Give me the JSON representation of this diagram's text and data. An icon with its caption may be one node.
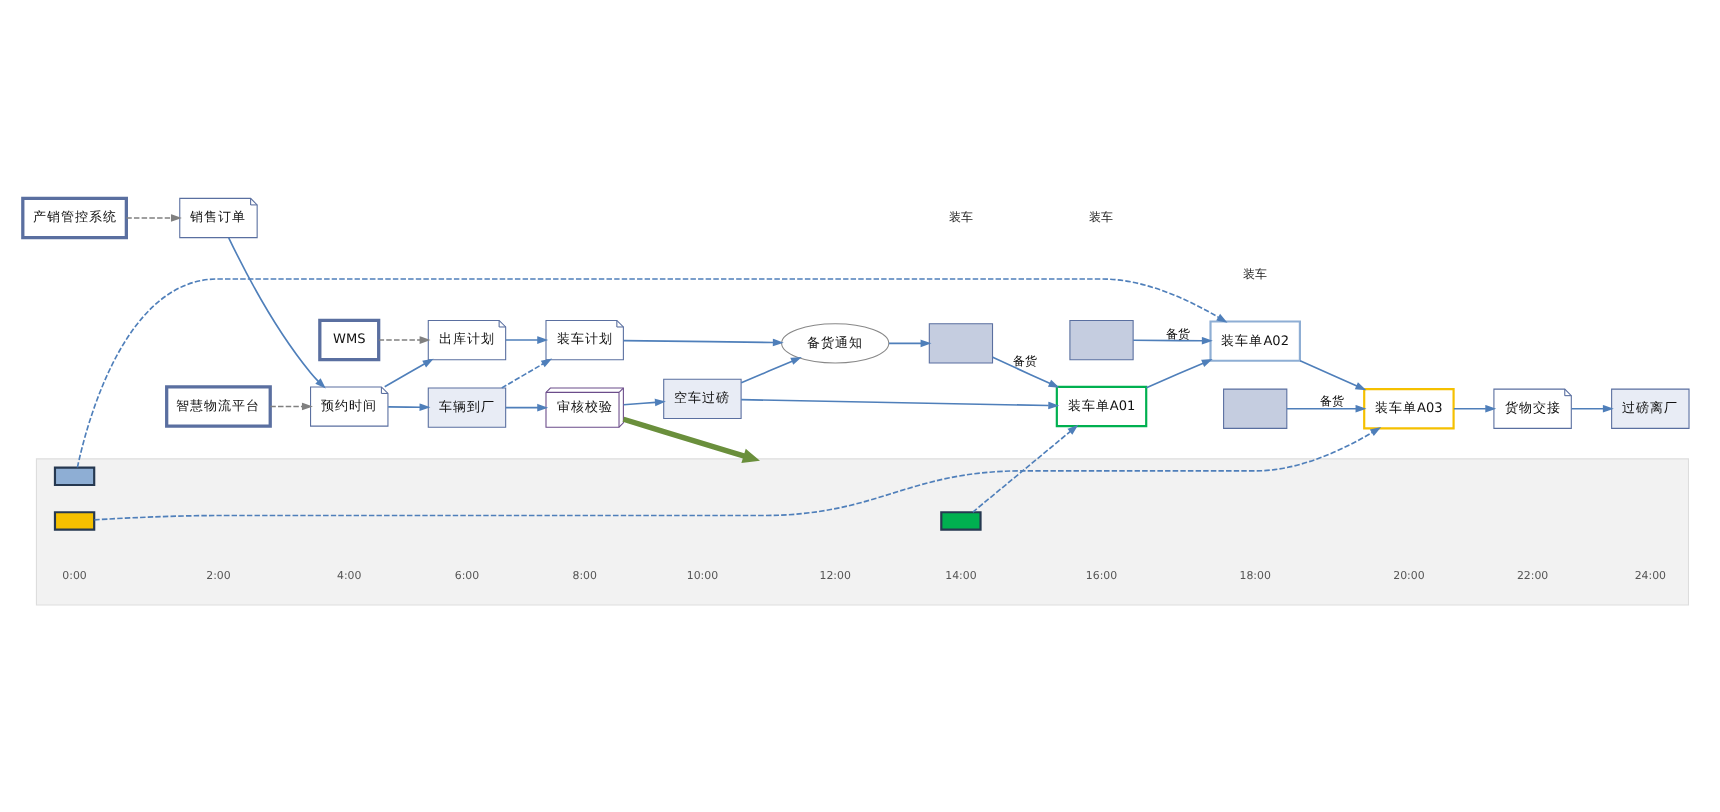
{
  "diagram": {
    "nodes": [
      {
        "text": [
          "产销管控系统"
        ]
      },
      {
        "text": [
          "销售订单"
        ]
      },
      {
        "text": [
          "智慧物流平台"
        ]
      },
      {
        "text": [
          "预约时间"
        ]
      },
      {
        "text": [
          "车辆到厂"
        ]
      },
      {
        "text": [
          "审核校验"
        ]
      },
      {
        "text": [],
        "shape": "picture"
      },
      {
        "text": [],
        "shape": "box",
        "in": 6
      },
      {
        "text": [],
        "shape": "box",
        "in": 6
      },
      {
        "text": [],
        "shape": "box",
        "in": 6
      },
      {
        "text": [
          "空车过磅"
        ]
      },
      {
        "text": [
          "WMS"
        ]
      },
      {
        "text": [
          "出库计划"
        ]
      },
      {
        "text": [
          "装车计划"
        ]
      },
      {
        "text": [
          "备货通知"
        ]
      },
      {
        "text": [],
        "shape": "box"
      },
      {
        "text": [
          "装车单A01"
        ]
      },
      {
        "text": [],
        "shape": "box"
      },
      {
        "text": [
          "装车单A02"
        ]
      },
      {
        "text": [],
        "shape": "box"
      },
      {
        "text": [
          "装车单A03"
        ]
      },
      {
        "text": [
          "货物交接"
        ]
      },
      {
        "text": [
          "过磅离厂"
        ]
      }
    ],
    "edges": [
      {
        "from": 0,
        "to": 1,
        "arrow": "to",
        "style": "dashed",
        "color": "#808080"
      },
      {
        "from": 1,
        "to": 3,
        "arrow": "to"
      },
      {
        "from": 2,
        "to": 3,
        "arrow": "to",
        "style": "dashed",
        "color": "#808080"
      },
      {
        "from": 3,
        "to": 4,
        "arrow": "to"
      },
      {
        "from": 4,
        "to": 5,
        "arrow": "to"
      },
      {
        "from": 5,
        "to": 6,
        "arrow": "to",
        "style": "thick",
        "color": "#6a8f3c"
      },
      {
        "from": 3,
        "to": 12,
        "arrow": "to"
      },
      {
        "from": 4,
        "to": 13,
        "arrow": "to",
        "style": "dashed"
      },
      {
        "from": 5,
        "to": 10,
        "arrow": "to"
      },
      {
        "from": 10,
        "to": 14,
        "arrow": "to"
      },
      {
        "from": 11,
        "to": 12,
        "arrow": "to",
        "style": "dashed",
        "color": "#808080"
      },
      {
        "from": 12,
        "to": 13,
        "arrow": "to"
      },
      {
        "from": 13,
        "to": 14,
        "arrow": "to"
      },
      {
        "from": 14,
        "to": 15,
        "arrow": "to"
      },
      {
        "from": 10,
        "to": 16,
        "arrow": "to"
      },
      {
        "from": 16,
        "to": 18,
        "arrow": "to"
      },
      {
        "from": 18,
        "to": 20,
        "arrow": "to"
      },
      {
        "from": 20,
        "to": 21,
        "arrow": "to"
      },
      {
        "from": 21,
        "to": 22,
        "arrow": "to"
      },
      {
        "from": 7,
        "to": 16,
        "arrow": "to",
        "style": "dashed"
      },
      {
        "from": 8,
        "to": 18,
        "arrow": "to",
        "style": "dashed"
      },
      {
        "from": 9,
        "to": 20,
        "arrow": "to",
        "style": "dashed"
      },
      {
        "from": 15,
        "to": 16,
        "arrow": "to",
        "label": "备货"
      },
      {
        "from": 17,
        "to": 18,
        "arrow": "to",
        "label": "备货"
      },
      {
        "from": 19,
        "to": 20,
        "arrow": "to",
        "label": "备货"
      }
    ],
    "labels": [
      "0:00",
      "2:00",
      "4:00",
      "6:00",
      "8:00",
      "10:00",
      "12:00",
      "14:00",
      "16:00",
      "18:00",
      "20:00",
      "22:00",
      "24:00",
      "装车",
      "装车",
      "装车"
    ]
  }
}
